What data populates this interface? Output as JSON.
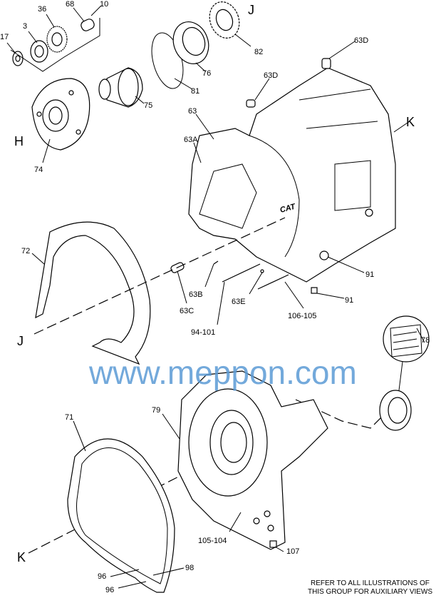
{
  "callouts": {
    "c17": "17",
    "c3": "3",
    "c36": "36",
    "c68": "68",
    "c10": "10",
    "J_top": "J",
    "c82": "82",
    "c63D_a": "63D",
    "c63D_b": "63D",
    "c81": "81",
    "c76": "76",
    "c75": "75",
    "H": "H",
    "c74": "74",
    "c63": "63",
    "c63A": "63A",
    "K_right": "K",
    "c72": "72",
    "c91_a": "91",
    "c91_b": "91",
    "c63B": "63B",
    "c63C": "63C",
    "c63E": "63E",
    "c94_101": "94-101",
    "c106_105": "106-105",
    "J_left": "J",
    "c78": "78",
    "c79": "79",
    "c71": "71",
    "c105_104": "105-104",
    "c107": "107",
    "K_left": "K",
    "c96_a": "96",
    "c98": "98",
    "c96_b": "96"
  },
  "housing_logo": "CAT",
  "note": {
    "line1": "REFER TO ALL ILLUSTRATIONS OF",
    "line2": "THIS GROUP FOR AUXILIARY VIEWS"
  },
  "watermark": "www.meppon.com",
  "colors": {
    "watermark": "#5b9bd5",
    "line": "#000000"
  }
}
